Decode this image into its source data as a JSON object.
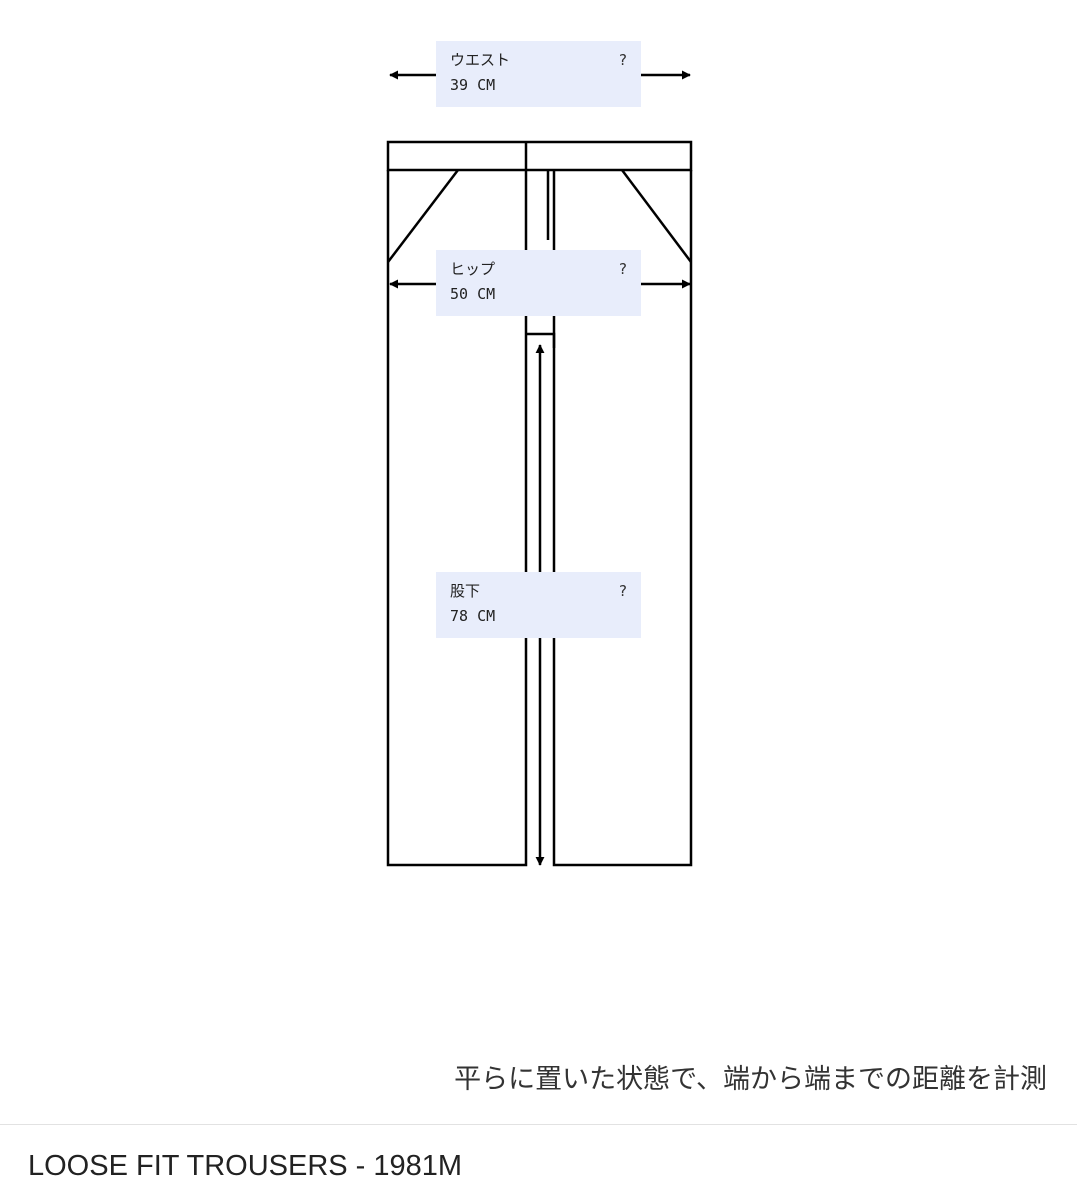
{
  "measurements": [
    {
      "id": "waist",
      "label": "ウエスト",
      "value": "39 CM",
      "help": "?"
    },
    {
      "id": "hip",
      "label": "ヒップ",
      "value": "50 CM",
      "help": "?"
    },
    {
      "id": "inseam",
      "label": "股下",
      "value": "78 CM",
      "help": "?"
    }
  ],
  "note": "平らに置いた状態で、端から端までの距離を計測",
  "product": {
    "title": "LOOSE FIT TROUSERS - 1981M"
  },
  "colors": {
    "label_bg": "#e8edfb",
    "line": "#000000",
    "text": "#222222"
  }
}
